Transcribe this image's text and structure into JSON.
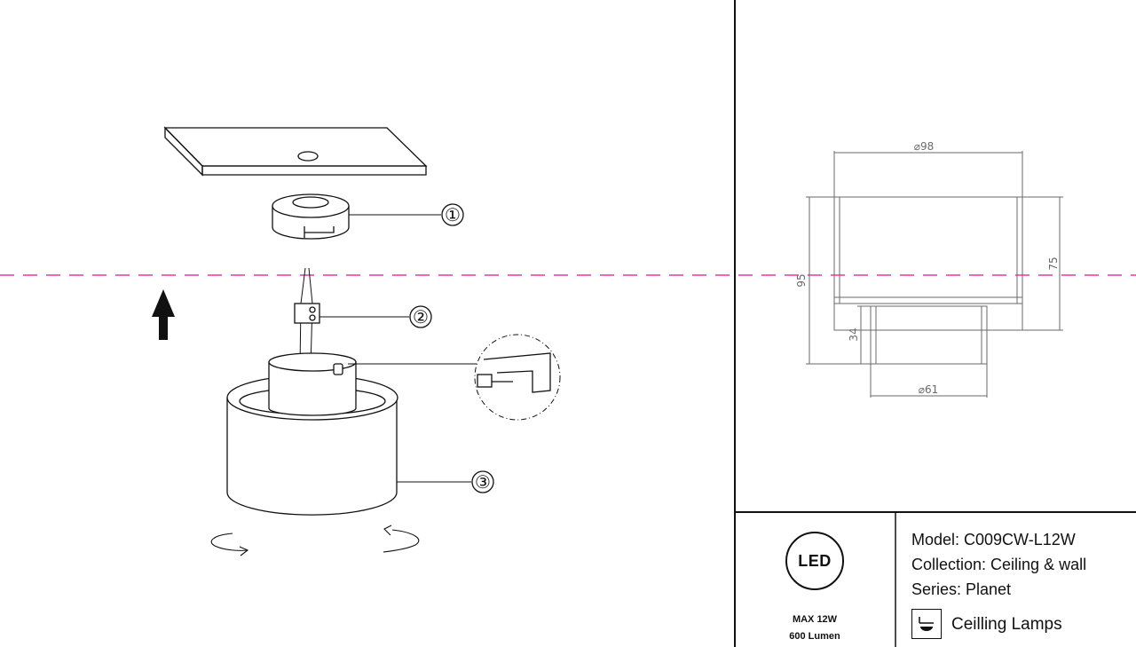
{
  "callouts": [
    "①",
    "②",
    "③"
  ],
  "dimensions": {
    "outer_diameter": "⌀98",
    "inner_diameter": "⌀61",
    "total_height": "95",
    "body_height": "75",
    "stem_height": "34"
  },
  "badge": {
    "label": "LED"
  },
  "power": {
    "max": "MAX 12W",
    "lumen": "600 Lumen"
  },
  "specs": {
    "model": "Model: C009CW-L12W",
    "collection": "Collection: Ceiling & wall",
    "series": "Series: Planet",
    "category": "Ceilling Lamps"
  },
  "colors": {
    "line": "#111111",
    "dimension": "#6a6a6a",
    "guide": "#e0108a"
  },
  "icons": [
    "up-arrow-icon",
    "rotate-left-icon",
    "rotate-right-icon",
    "ceiling-lamp-icon"
  ]
}
